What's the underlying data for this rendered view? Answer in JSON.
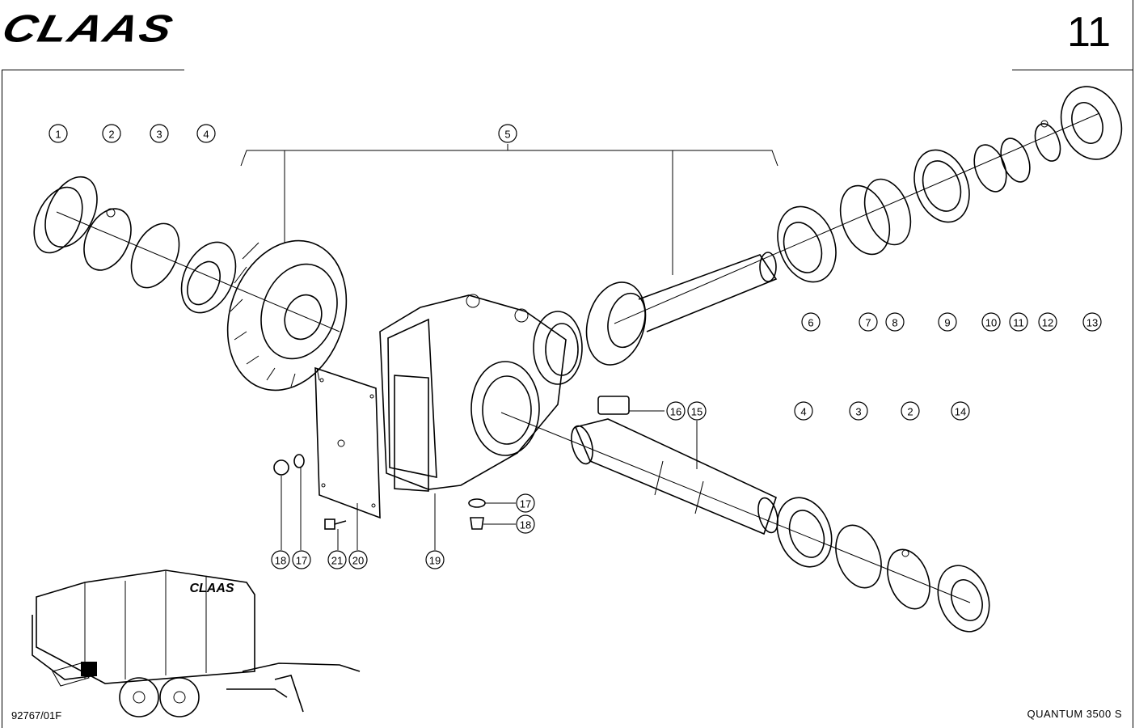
{
  "header": {
    "logo_text": "CLAAS",
    "page_number": "11"
  },
  "footer": {
    "drawing_ref": "92767/01F",
    "model": "QUANTUM  3500 S"
  },
  "trailer_logo_text": "CLAAS",
  "callouts": [
    "1",
    "2",
    "3",
    "4",
    "5",
    "6",
    "7",
    "8",
    "9",
    "10",
    "11",
    "12",
    "13",
    "16",
    "15",
    "4",
    "3",
    "2",
    "14",
    "17",
    "18",
    "18",
    "17",
    "21",
    "20",
    "19"
  ]
}
